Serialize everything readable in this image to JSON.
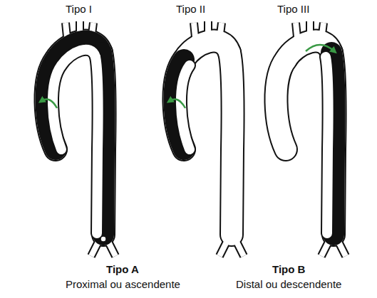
{
  "diagram": {
    "labels": [
      "Tipo I",
      "Tipo II",
      "Tipo III",
      "Tipo A",
      "Proximal ou ascendente",
      "Tipo B",
      "Distal ou descendente"
    ]
  }
}
